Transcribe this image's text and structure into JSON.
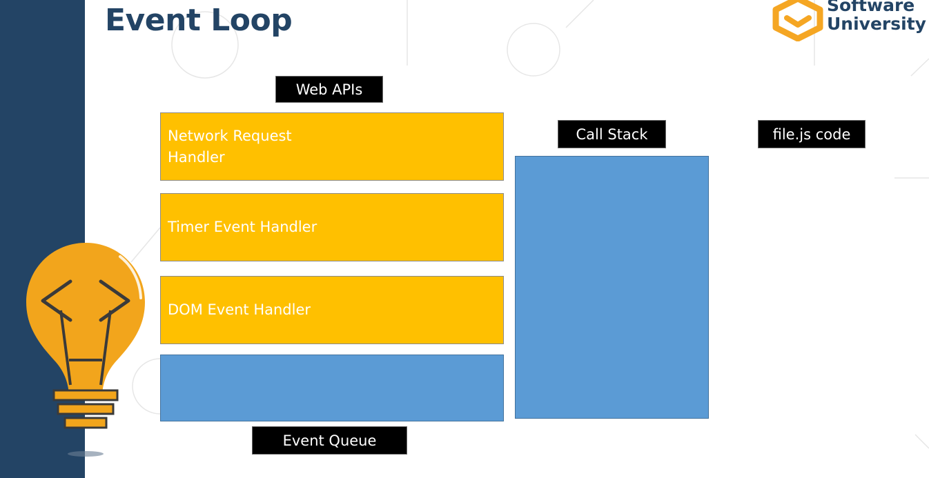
{
  "slide": {
    "title": "Event Loop",
    "logo": {
      "line1": "Software",
      "line2": "University"
    }
  },
  "diagram": {
    "web_apis_label": "Web APIs",
    "handlers": [
      {
        "line1": "Network Request",
        "line2": "Handler"
      },
      {
        "line1": "Timer Event Handler"
      },
      {
        "line1": "DOM Event Handler"
      }
    ],
    "event_queue_label": "Event Queue",
    "call_stack_label": "Call Stack",
    "code_label": "file.js code"
  },
  "colors": {
    "sidebar": "#234465",
    "title": "#234465",
    "handler_fill": "#ffc000",
    "queue_fill": "#5b9bd5",
    "logo_orange": "#f5a623",
    "bulb": "#f2a51c"
  },
  "icons": [
    "softuni-logo-icon",
    "lightbulb-code-icon"
  ]
}
